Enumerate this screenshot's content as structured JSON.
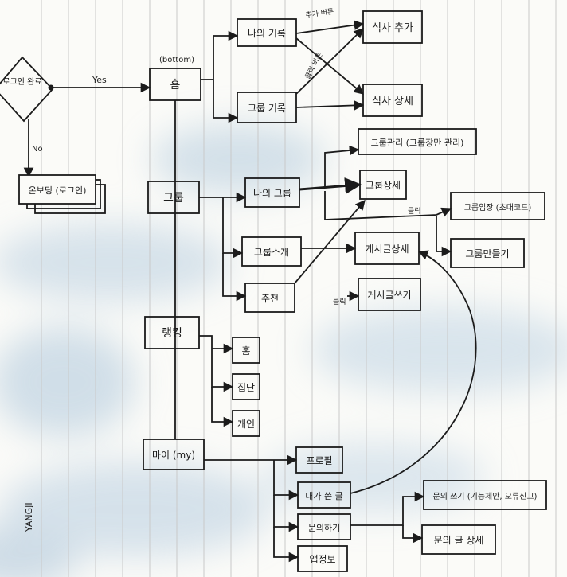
{
  "theme": {
    "paper": "#fbfbf8",
    "rule": "#c9c9c9",
    "ink": "#1b1b1b",
    "wash": "#a9c4d9"
  },
  "diagram": {
    "margin_text": "YANGJI",
    "nodes": {
      "login_decision": "로그인 완료",
      "onboarding": "온보딩 (로그인)",
      "home": "홈",
      "home_tag": "(bottom)",
      "my_record": "나의 기록",
      "group_record": "그룹 기록",
      "add_meal": "식사 추가",
      "meal_detail": "식사 상세",
      "group_manage": "그룹관리 (그룹장만 관리)",
      "group": "그룹",
      "my_group": "나의 그룹",
      "group_detail": "그룹상세",
      "group_intro": "그룹소개",
      "recommend": "추천",
      "group_join": "그룹입장 (초대코드)",
      "group_create": "그룹만들기",
      "post_detail": "게시글상세",
      "post_write": "게시글쓰기",
      "ranking": "랭킹",
      "rank_home": "홈",
      "rank_group": "집단",
      "rank_personal": "개인",
      "mypage": "마이 (my)",
      "profile": "프로필",
      "my_posts": "내가 쓴 글",
      "inquiry": "문의하기",
      "inquiry_write": "문의 쓰기 (기능제안, 오류신고)",
      "inquiry_detail": "문의 글 상세",
      "app_info": "앱정보"
    },
    "edges": {
      "yes": "Yes",
      "no": "No",
      "add_button": "추가 버튼",
      "click_button": "클릭 버튼",
      "click_1": "클릭",
      "click_2": "클릭"
    }
  }
}
